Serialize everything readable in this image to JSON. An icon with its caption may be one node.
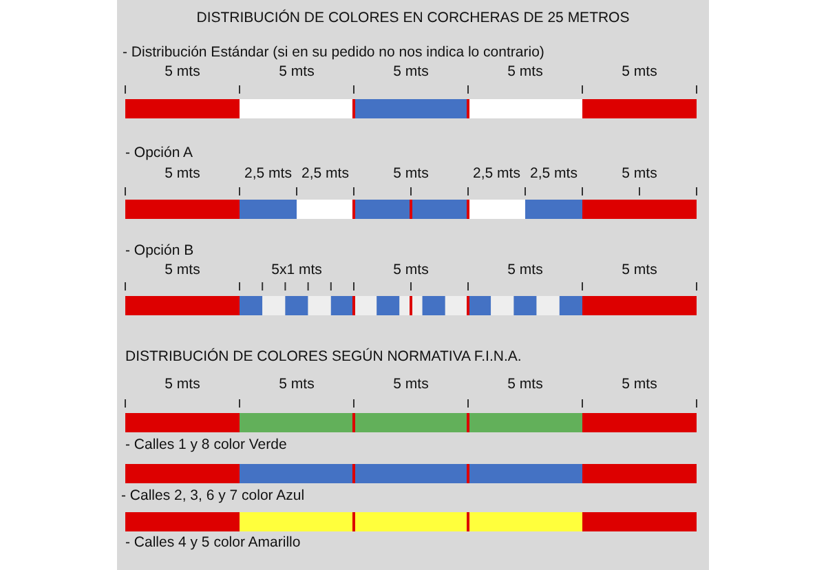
{
  "diagram": {
    "title": "DISTRIBUCIÓN DE COLORES EN CORCHERAS DE 25 METROS",
    "labels": [
      "- Distribución Estándar (si en su pedido no nos indica lo contrario)",
      "5 mts",
      "5 mts",
      "5 mts",
      "5 mts",
      "5 mts",
      "- Opción A",
      "5 mts",
      "2,5 mts",
      "2,5 mts",
      "5 mts",
      "2,5 mts",
      "2,5 mts",
      "5 mts",
      "- Opción B",
      "5 mts",
      "5x1 mts",
      "5 mts",
      "5 mts",
      "5 mts",
      "DISTRIBUCIÓN DE COLORES SEGÚN NORMATIVA F.I.N.A.",
      "5 mts",
      "5 mts",
      "5 mts",
      "5 mts",
      "5 mts",
      "- Calles 1 y 8 color Verde",
      "- Calles 2, 3, 6 y 7 color Azul",
      "- Calles 4 y 5 color Amarillo"
    ]
  }
}
